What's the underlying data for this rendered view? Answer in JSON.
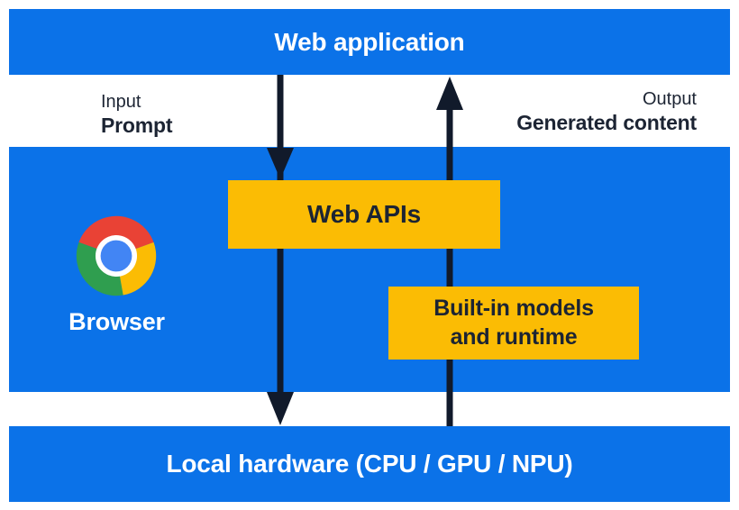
{
  "diagram": {
    "title_region": {
      "web_application_label": "Web application"
    },
    "io": {
      "input_caption": "Input",
      "input_value": "Prompt",
      "output_caption": "Output",
      "output_value": "Generated content"
    },
    "browser_layer": {
      "browser_label": "Browser",
      "web_apis_label": "Web APIs",
      "builtin_line1": "Built-in models",
      "builtin_line2": "and runtime"
    },
    "hardware_layer": {
      "local_hardware_label": "Local hardware (CPU / GPU / NPU)"
    },
    "icons": {
      "chrome": "chrome-browser-icon",
      "down_arrow": "down-arrow-icon",
      "up_arrow": "up-arrow-icon"
    },
    "colors": {
      "layer_blue": "#0b72e8",
      "box_yellow": "#fbbc04",
      "arrow_ink": "#111a2b",
      "label_ink": "#1c2433",
      "label_white": "#ffffff",
      "chrome_red": "#e94235",
      "chrome_yellow": "#fbbc04",
      "chrome_green": "#2f9e4f",
      "chrome_blue": "#4285f4",
      "chrome_ring_white": "#ffffff"
    }
  }
}
